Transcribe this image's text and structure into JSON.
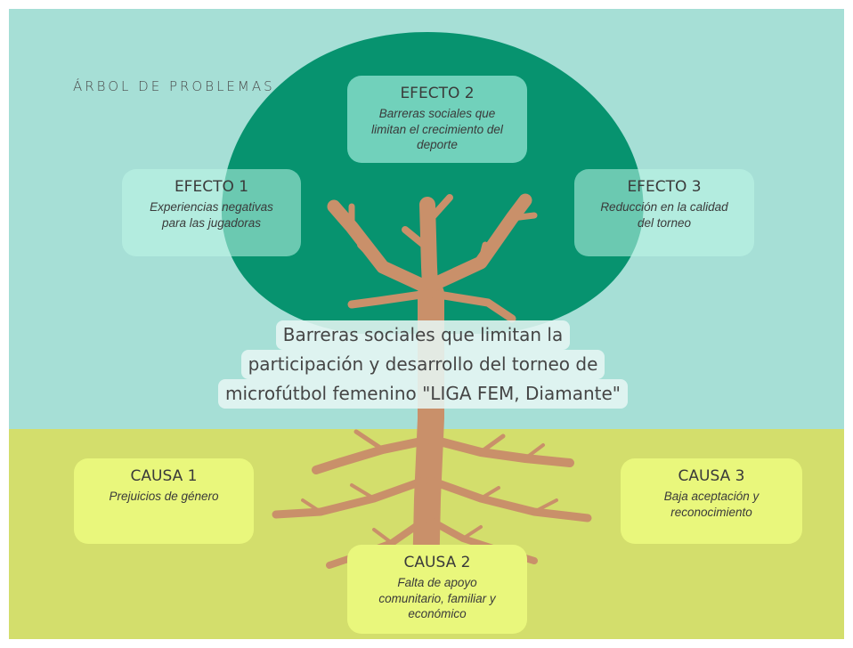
{
  "diagram": {
    "title": "ÁRBOL DE PROBLEMAS",
    "central_problem": {
      "line1": "Barreras sociales que limitan la",
      "line2": "participación y desarrollo del torneo de",
      "line3": "microfútbol femenino \"LIGA FEM, Diamante\""
    },
    "effects": [
      {
        "heading": "EFECTO 1",
        "line1": "Experiencias negativas",
        "line2": "para las jugadoras",
        "line3": ""
      },
      {
        "heading": "EFECTO 2",
        "line1": "Barreras sociales que",
        "line2": "limitan el crecimiento del",
        "line3": "deporte"
      },
      {
        "heading": "EFECTO 3",
        "line1": "Reducción en la calidad",
        "line2": "del torneo",
        "line3": ""
      }
    ],
    "causes": [
      {
        "heading": "CAUSA 1",
        "line1": "Prejuicios de género",
        "line2": "",
        "line3": ""
      },
      {
        "heading": "CAUSA 2",
        "line1": "Falta de apoyo",
        "line2": "comunitario, familiar y",
        "line3": "económico"
      },
      {
        "heading": "CAUSA 3",
        "line1": "Baja aceptación y",
        "line2": "reconocimiento",
        "line3": ""
      }
    ],
    "colors": {
      "sky": "#a6dfd6",
      "ground": "#d3de6c",
      "crown": "#07936f",
      "trunk": "#c9906a",
      "cause_box": "#e9f77c",
      "effect_box": "#bef5e8"
    }
  }
}
